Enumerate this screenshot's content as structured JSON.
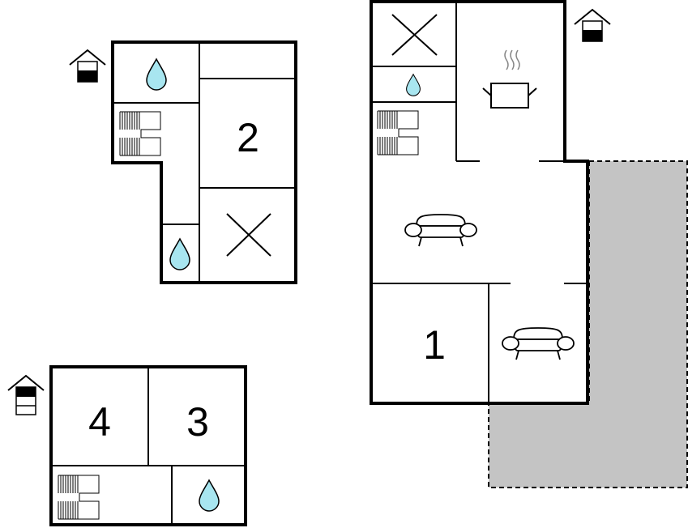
{
  "floor_plan": {
    "rooms": {
      "bedroom_1": {
        "label": "1"
      },
      "bedroom_2": {
        "label": "2"
      },
      "bedroom_3": {
        "label": "3"
      },
      "bedroom_4": {
        "label": "4"
      }
    },
    "icons": {
      "water": "water-drop-icon",
      "stairs": "stairs-icon",
      "toilet": "toilet-x-icon",
      "kitchen": "cooking-pot-icon",
      "sofa": "sofa-icon",
      "floor_marker": "house-floor-icon"
    },
    "colors": {
      "water": "#a8e6f0",
      "terrace": "#c4c4c4",
      "walls": "#000000"
    }
  }
}
